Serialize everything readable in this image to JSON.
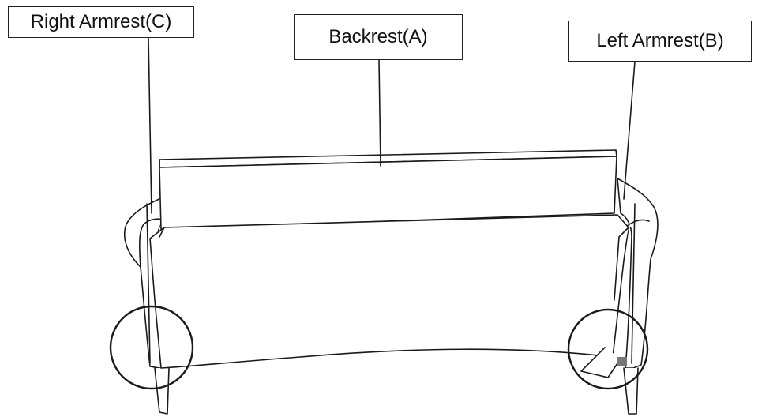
{
  "labels": {
    "right_armrest": "Right Armrest(C)",
    "backrest": "Backrest(A)",
    "left_armrest": "Left Armrest(B)"
  },
  "colors": {
    "line": "#1a1a1a",
    "fill": "#ffffff",
    "marker": "#777777"
  }
}
